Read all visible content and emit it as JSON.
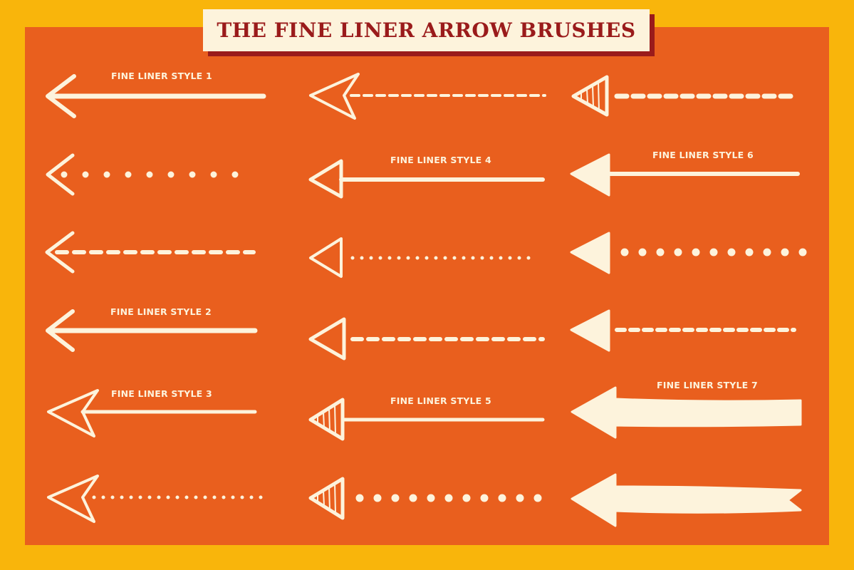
{
  "title": "THE FINE LINER ARROW BRUSHES",
  "labels": {
    "style_1": "FINE LINER STYLE 1",
    "style_2": "FINE LINER STYLE 2",
    "style_3": "FINE LINER STYLE 3",
    "style_4": "FINE LINER STYLE 4",
    "style_5": "FINE LINER STYLE 5",
    "style_6": "FINE LINER STYLE 6",
    "style_7": "FINE LINER STYLE 7"
  },
  "colors": {
    "background": "#F9B50B",
    "panel": "#E95F1E",
    "ink": "#FDF3DC",
    "title_text": "#9A1B1B",
    "title_shadow": "#9A1B1B"
  }
}
